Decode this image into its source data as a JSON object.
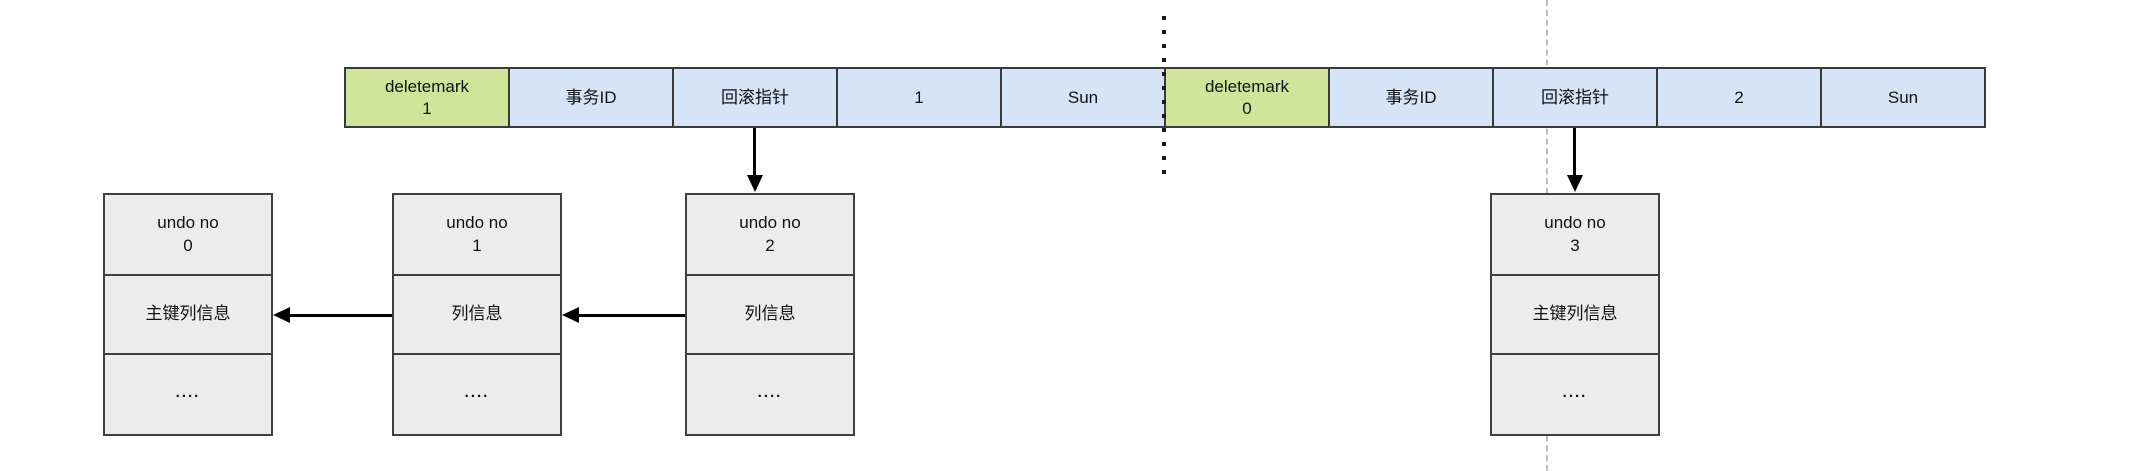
{
  "diagram": {
    "record_row": {
      "cells": [
        {
          "line1": "deletemark",
          "line2": "1",
          "type": "green"
        },
        {
          "line1": "事务ID",
          "line2": "",
          "type": "blue"
        },
        {
          "line1": "回滚指针",
          "line2": "",
          "type": "blue"
        },
        {
          "line1": "1",
          "line2": "",
          "type": "blue"
        },
        {
          "line1": "Sun",
          "line2": "",
          "type": "blue"
        },
        {
          "line1": "deletemark",
          "line2": "0",
          "type": "green"
        },
        {
          "line1": "事务ID",
          "line2": "",
          "type": "blue"
        },
        {
          "line1": "回滚指针",
          "line2": "",
          "type": "blue"
        },
        {
          "line1": "2",
          "line2": "",
          "type": "blue"
        },
        {
          "line1": "Sun",
          "line2": "",
          "type": "blue"
        }
      ]
    },
    "undo_boxes": [
      {
        "title_line1": "undo no",
        "title_line2": "0",
        "middle": "主键列信息",
        "bottom": "...."
      },
      {
        "title_line1": "undo no",
        "title_line2": "1",
        "middle": "列信息",
        "bottom": "...."
      },
      {
        "title_line1": "undo no",
        "title_line2": "2",
        "middle": "列信息",
        "bottom": "...."
      },
      {
        "title_line1": "undo no",
        "title_line2": "3",
        "middle": "主键列信息",
        "bottom": "...."
      }
    ],
    "colors": {
      "green_cell": "#d0e59a",
      "blue_cell": "#d6e4f7",
      "cell_border": "#3a3a3a",
      "box_fill": "#ececec",
      "box_border": "#3f3f3f",
      "arrow": "#000000",
      "dotted_line": "#1a1a1a",
      "dashed_line": "#bdbdbd"
    }
  }
}
